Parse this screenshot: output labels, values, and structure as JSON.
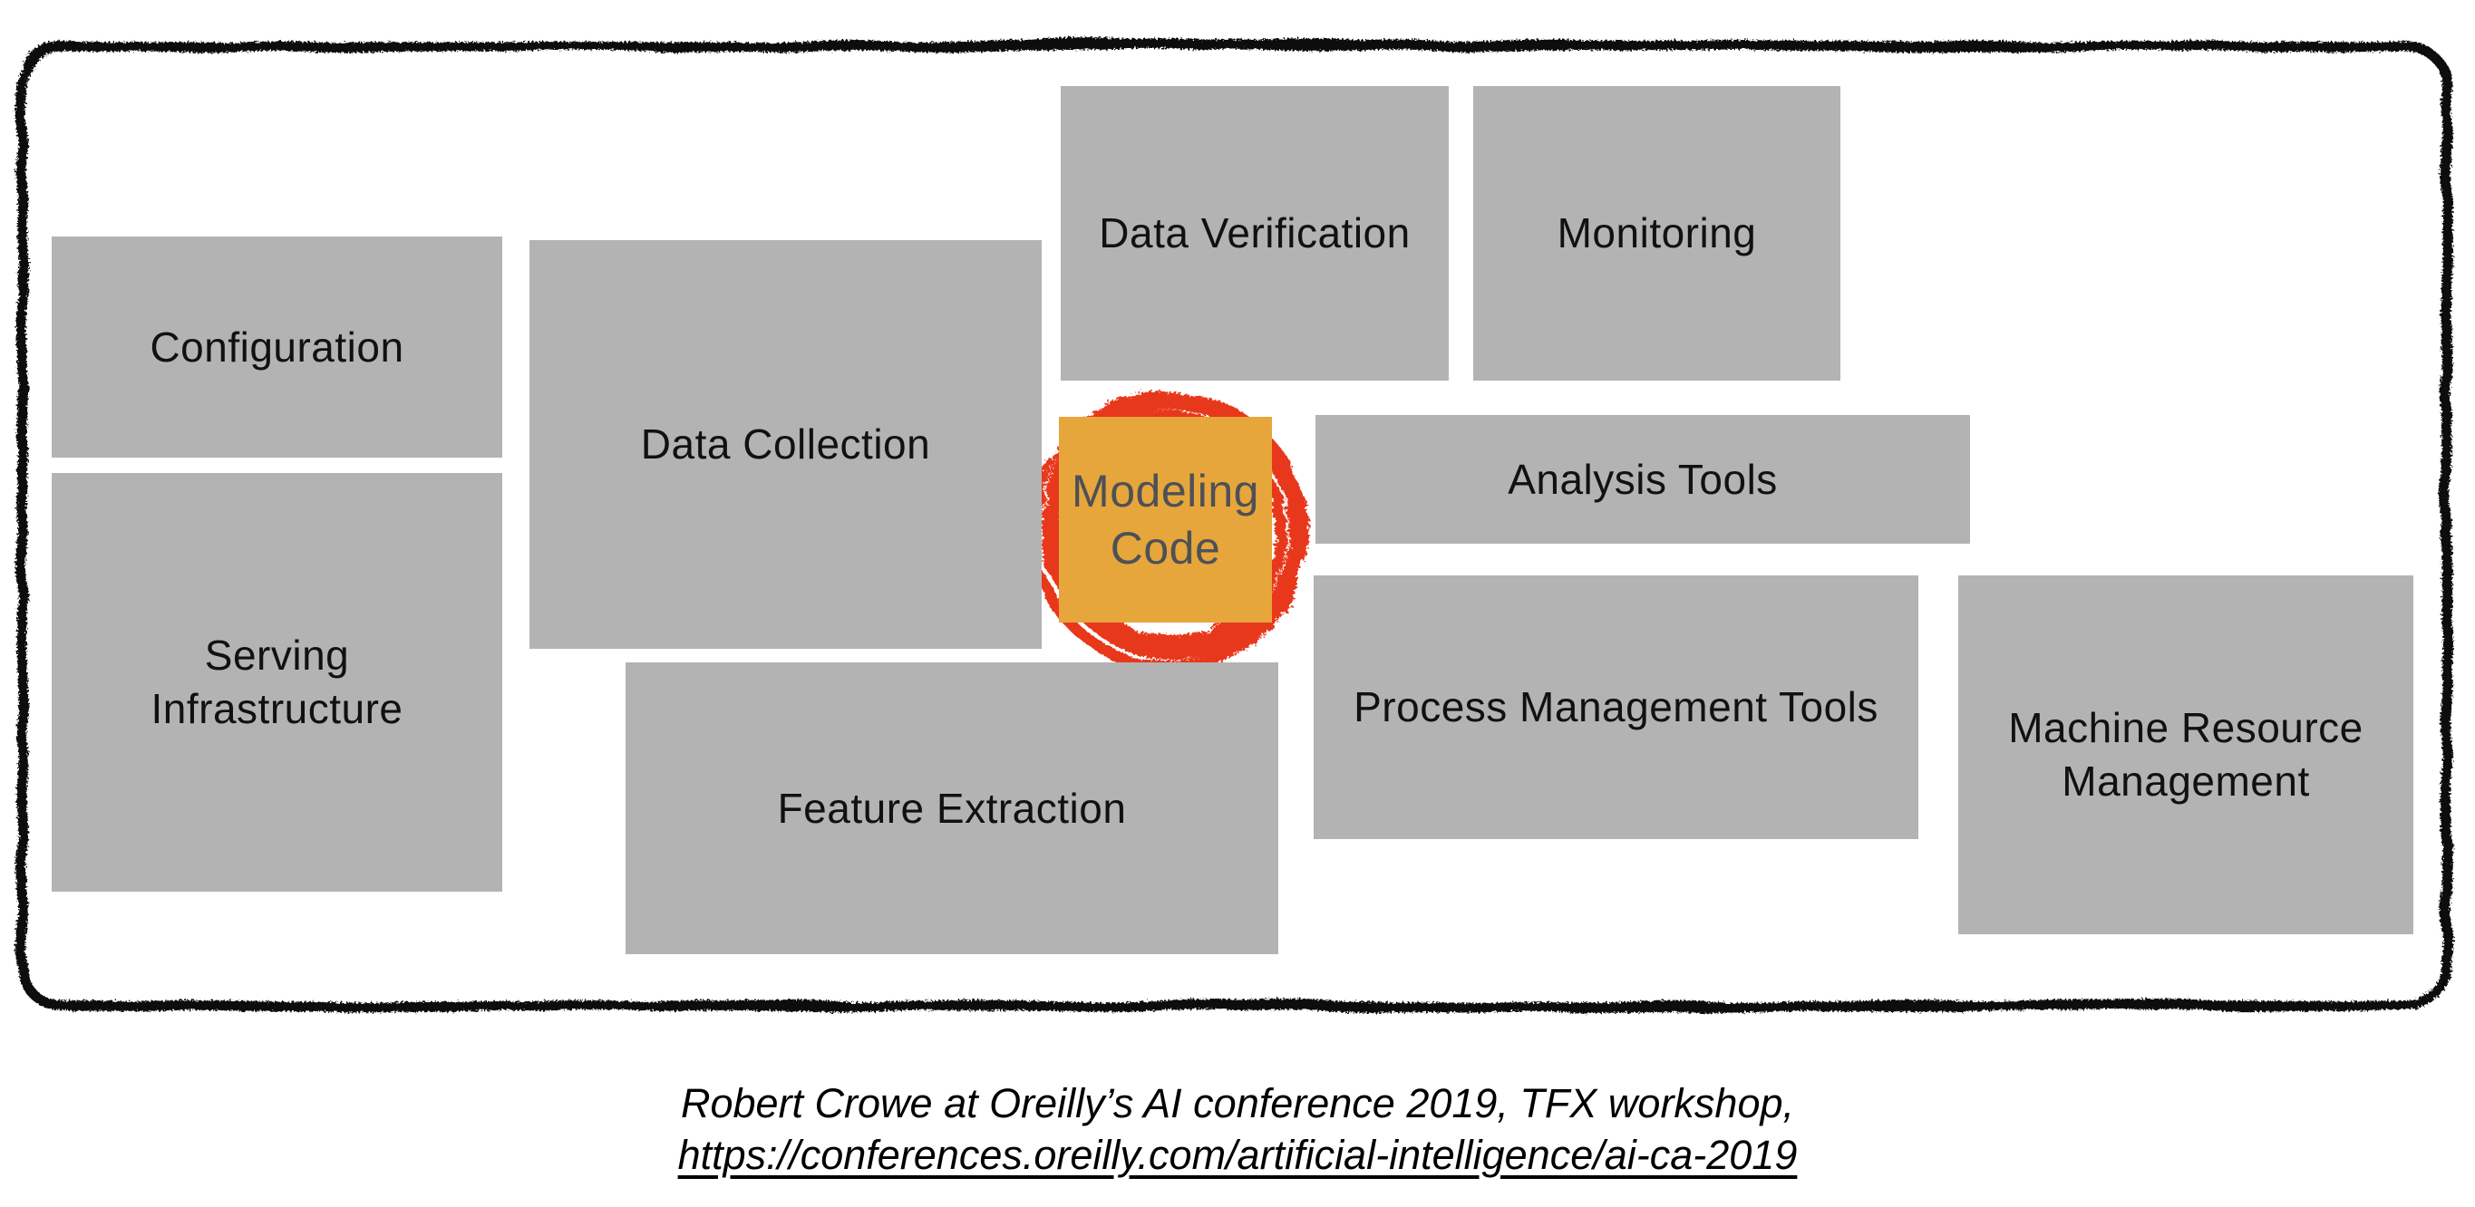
{
  "diagram": {
    "boxes": [
      {
        "id": "configuration",
        "label": "Configuration"
      },
      {
        "id": "serving-infrastructure",
        "label": "Serving Infrastructure"
      },
      {
        "id": "data-collection",
        "label": "Data Collection"
      },
      {
        "id": "feature-extraction",
        "label": "Feature Extraction"
      },
      {
        "id": "data-verification",
        "label": "Data Verification"
      },
      {
        "id": "monitoring",
        "label": "Monitoring"
      },
      {
        "id": "modeling-code",
        "label": "Modeling Code",
        "highlighted": true
      },
      {
        "id": "analysis-tools",
        "label": "Analysis Tools"
      },
      {
        "id": "process-management-tools",
        "label": "Process Management Tools"
      },
      {
        "id": "machine-resource-management",
        "label": "Machine Resource Management"
      }
    ],
    "highlight_annotation": "hand-drawn red circle around Modeling Code"
  },
  "caption": {
    "line1": "Robert Crowe at Oreilly’s AI conference 2019, TFX workshop,",
    "line2": "https://conferences.oreilly.com/artificial-intelligence/ai-ca-2019"
  },
  "colors": {
    "box_gray": "#b3b3b3",
    "box_label": "#111111",
    "highlight_orange": "#e7a63b",
    "highlight_label": "#4d5156",
    "circle_red": "#e8391d",
    "border_black": "#0d0d0d"
  }
}
